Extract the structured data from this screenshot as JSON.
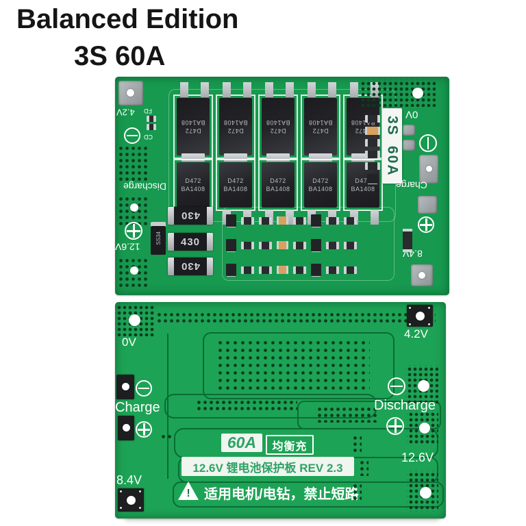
{
  "page": {
    "title_line1": "Balanced Edition",
    "title_line2": "3S 60A"
  },
  "colors": {
    "pcb_front": "#17994f",
    "pcb_back": "#1da355",
    "trace_dark": "#0a6b35",
    "silk": "#ffffff",
    "comp_black": "#232327",
    "metal": "#c9cdd1",
    "pad_gray": "#9aa1a4",
    "sticker_text": "#1e6b52",
    "silk_green": "#2fa265",
    "title_black": "#151515"
  },
  "front_board": {
    "labels": {
      "tl_voltage": "4.2V",
      "fd": "FD",
      "cd": "CD",
      "left": "Discharge",
      "bl_voltage": "12.6V",
      "tr_voltage": "0V",
      "right": "Charge",
      "br_voltage": "8.4V"
    },
    "sticker_line1": "3S",
    "sticker_line2": "60A",
    "mosfet_marking_line1": "D472",
    "mosfet_marking_line2": "BA1408",
    "resistor_marking": "430",
    "diode_marking": "SS34"
  },
  "back_board": {
    "labels": {
      "tl_voltage": "0V",
      "tr_voltage": "4.2V",
      "left": "Charge",
      "right": "Discharge",
      "bl_voltage": "8.4V",
      "br_voltage": "12.6V"
    },
    "silkscreen": {
      "current": "60A",
      "balance": "均衡充",
      "product": "12.6V 锂电池保护板 REV 2.3",
      "warning": "适用电机/电钻，禁止短路",
      "warning_icon": "!"
    }
  }
}
